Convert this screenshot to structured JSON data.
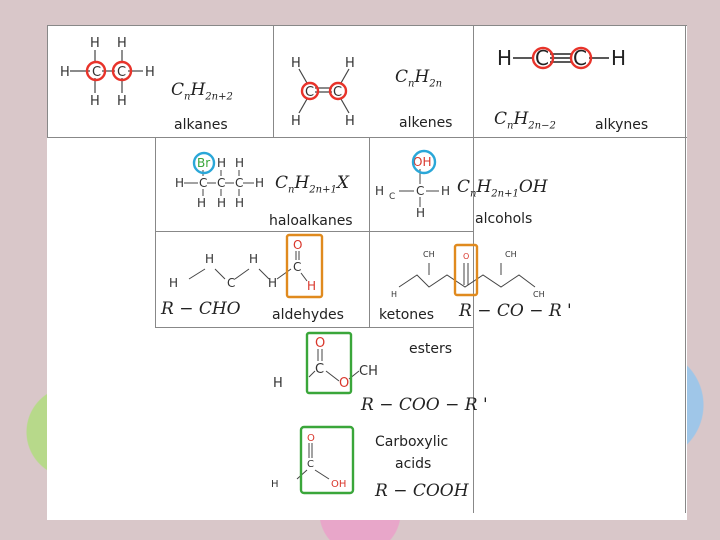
{
  "labels": {
    "alkanes": "alkanes",
    "alkenes": "alkenes",
    "alkynes": "alkynes",
    "haloalkanes": "haloalkanes",
    "alcohols": "alcohols",
    "aldehydes": "aldehydes",
    "ketones": "ketones",
    "esters": "esters",
    "carboxylic_1": "Carboxylic",
    "carboxylic_2": "acids"
  },
  "formulas": {
    "alkanes": {
      "base": "C",
      "sub1": "n",
      "mid": "H",
      "sub2": "2n+2",
      "tail": ""
    },
    "alkenes": {
      "base": "C",
      "sub1": "n",
      "mid": "H",
      "sub2": "2n",
      "tail": ""
    },
    "alkynes": {
      "base": "C",
      "sub1": "n",
      "mid": "H",
      "sub2": "2n−2",
      "tail": ""
    },
    "haloalkanes": {
      "base": "C",
      "sub1": "n",
      "mid": "H",
      "sub2": "2n+1",
      "tail": "X"
    },
    "alcohols": {
      "base": "C",
      "sub1": "n",
      "mid": "H",
      "sub2": "2n+1",
      "tail": "OH"
    },
    "aldehydes": "R − CHO",
    "ketones": "R − CO − R '",
    "esters": "R − COO − R '",
    "carboxylic": "R − COOH"
  },
  "atoms": {
    "H": "H",
    "C": "C",
    "O": "O",
    "Br": "Br",
    "OH": "OH",
    "H2": "H",
    "H3C": "H",
    "CH3": "CH"
  },
  "highlight_colors": {
    "alkane_ring": "#e8332a",
    "halogen_ring": "#2aa7d8",
    "alcohol_ring": "#2aa7d8",
    "carbonyl_box": "#e08a1e",
    "acid_box": "#3aa63a",
    "green_text": "#3aa63a",
    "red_text": "#d9362b"
  }
}
